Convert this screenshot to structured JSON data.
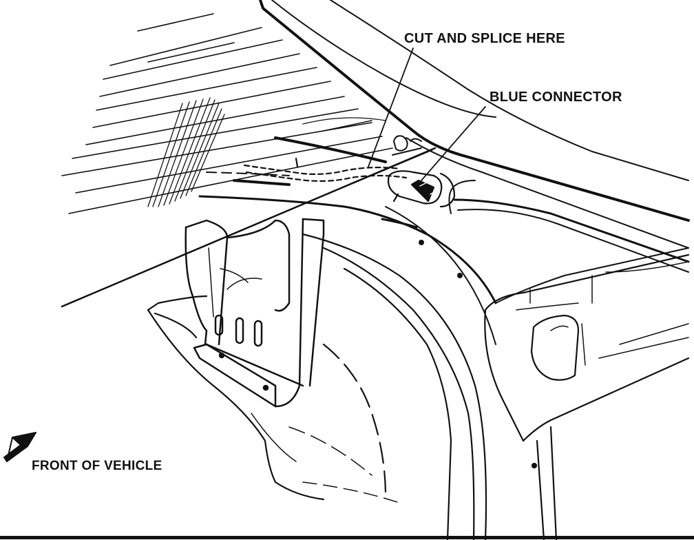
{
  "colors": {
    "ink": "#111111",
    "paper": "#ffffff"
  },
  "labels": {
    "cut_and_splice": "CUT AND SPLICE HERE",
    "blue_connector": "BLUE CONNECTOR",
    "front_of_vehicle": "FRONT OF VEHICLE"
  },
  "icons": {
    "direction_arrow": "arrow-front-icon"
  }
}
